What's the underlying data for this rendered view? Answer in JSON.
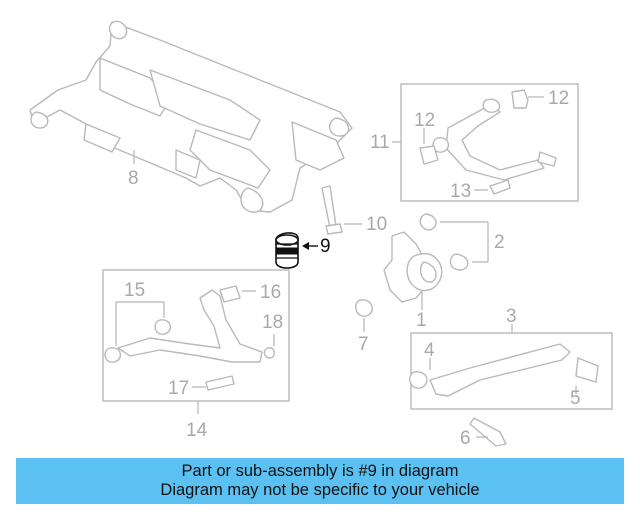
{
  "diagram": {
    "highlighted_part": "9",
    "callouts": {
      "c1": "1",
      "c2": "2",
      "c3": "3",
      "c4": "4",
      "c5": "5",
      "c6": "6",
      "c7": "7",
      "c8": "8",
      "c9": "9",
      "c10": "10",
      "c11": "11",
      "c12": "12",
      "c13": "13",
      "c14": "14",
      "c15": "15",
      "c16": "16",
      "c17": "17",
      "c18": "18"
    },
    "colors": {
      "line_art": "#b9b9b9",
      "highlight": "#111111",
      "banner_background": "#5bc0f2"
    }
  },
  "banner": {
    "line1": "Part or sub-assembly is #9 in diagram",
    "line2": "Diagram may not be specific to your vehicle"
  }
}
